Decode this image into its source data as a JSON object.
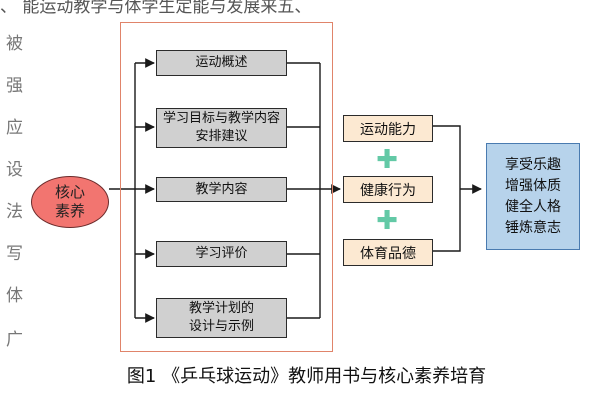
{
  "top_strip_text": "、    能运动教学与体学生定能与发展来五、",
  "side_chars": [
    "被",
    "强",
    "应",
    "设",
    "法",
    "写",
    "体",
    "广"
  ],
  "core": "核心\n素养",
  "content_items": [
    "运动概述",
    "学习目标与教学内容\n安排建议",
    "教学内容",
    "学习评价",
    "教学计划的\n设计与示例"
  ],
  "abilities": [
    "运动能力",
    "健康行为",
    "体育品德"
  ],
  "plus_sign": "✚",
  "result": "享受乐趣\n增强体质\n健全人格\n锤炼意志",
  "caption": "图1  《乒乓球运动》教师用书与核心素养培育",
  "colors": {
    "core_fill": "#f27570",
    "content_fill": "#d0d0d0",
    "ability_fill": "#fce9d2",
    "result_fill": "#b7d3eb",
    "frame": "#e0846a",
    "plus": "#63c9a6"
  }
}
